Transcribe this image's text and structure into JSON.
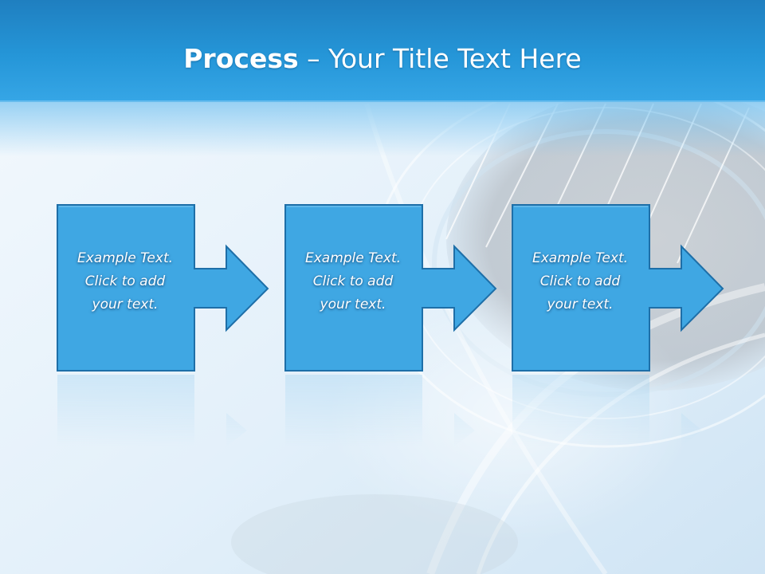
{
  "slide": {
    "title_bold": "Process",
    "title_rest": " – Your Title Text Here",
    "steps": [
      {
        "text": "Example Text.\nClick  to add\nyour text."
      },
      {
        "text": "Example Text.\nClick  to add\nyour text."
      },
      {
        "text": "Example Text.\nClick  to add\nyour text."
      }
    ]
  },
  "colors": {
    "header": "#2596d8",
    "box_fill": "#3fa7e3",
    "box_border": "#1e6fa8",
    "background": "#eaf4fb"
  }
}
